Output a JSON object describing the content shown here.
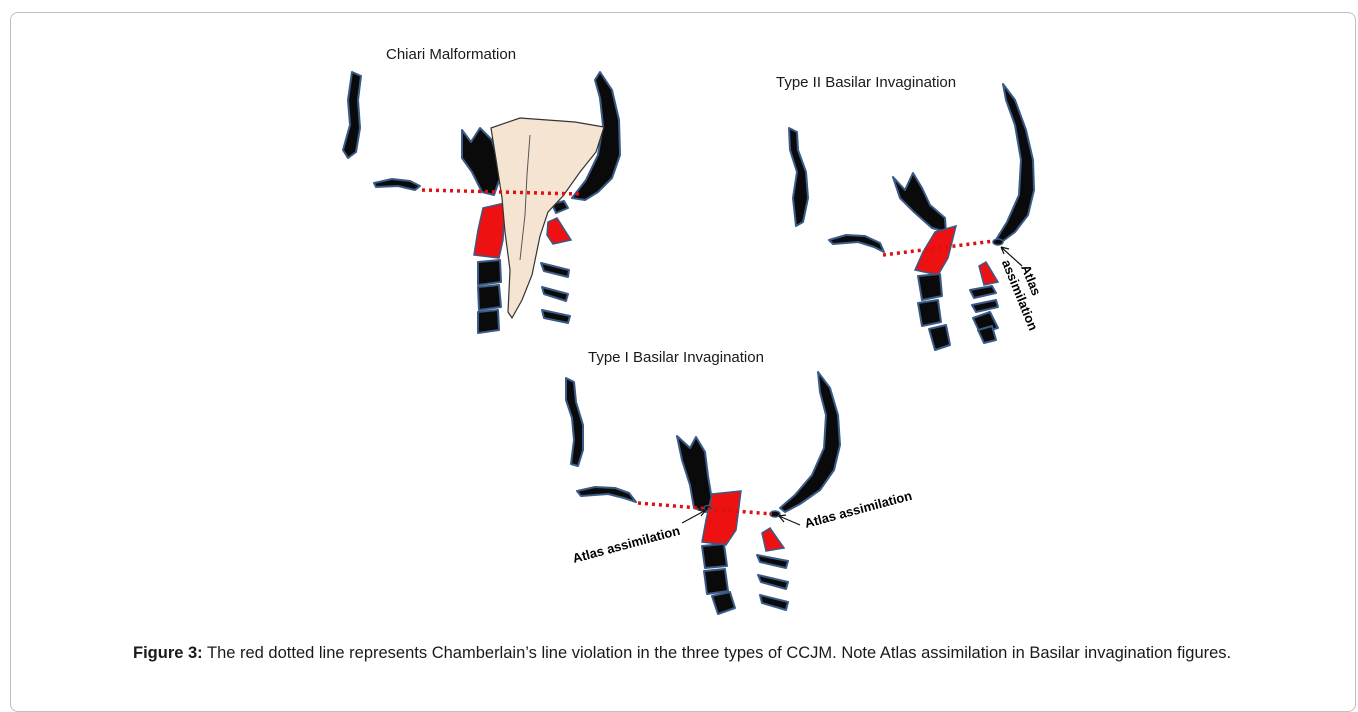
{
  "panels": {
    "chiari": {
      "title": "Chiari Malformation"
    },
    "type2": {
      "title": "Type II Basilar Invagination",
      "annotation_line1": "Atlas",
      "annotation_line2": "assimilation"
    },
    "type1": {
      "title": "Type I Basilar Invagination",
      "annotation_left": "Atlas assimilation",
      "annotation_right": "Atlas assimilation"
    }
  },
  "caption": {
    "label": "Figure 3:",
    "text": "The red dotted line represents Chamberlain’s line violation in the three types of CCJM. Note Atlas assimilation in Basilar invagination figures."
  },
  "colors": {
    "bone": "#0a0a0a",
    "bone_outline": "#3a5a88",
    "vertebra_highlight": "#ee1111",
    "chamberlain_line": "#dd1111",
    "cerebellar_tissue": "#f6e4d2"
  }
}
